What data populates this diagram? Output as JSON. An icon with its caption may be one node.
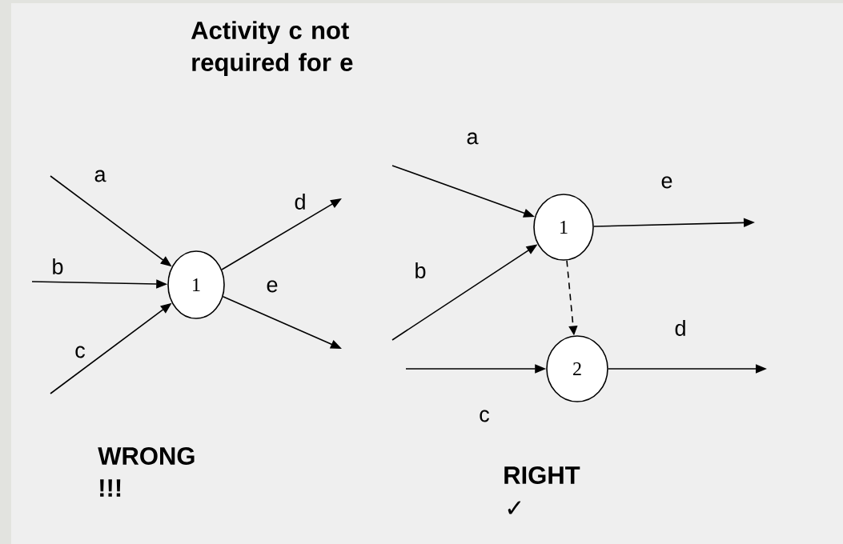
{
  "diagram": {
    "title": "Activity c not required for e",
    "nodes": [
      {
        "text": [
          "1"
        ]
      },
      {
        "text": [
          "1"
        ]
      },
      {
        "text": [
          "2"
        ]
      }
    ],
    "edges": [
      {
        "from": null,
        "to": 0,
        "arrow": "to",
        "label": "a"
      },
      {
        "from": null,
        "to": 0,
        "arrow": "to",
        "label": "b"
      },
      {
        "from": null,
        "to": 0,
        "arrow": "to",
        "label": "c"
      },
      {
        "from": 0,
        "to": null,
        "arrow": "to",
        "label": "d"
      },
      {
        "from": 0,
        "to": null,
        "arrow": "to",
        "label": "e"
      },
      {
        "from": null,
        "to": 1,
        "arrow": "to",
        "label": "a"
      },
      {
        "from": null,
        "to": 1,
        "arrow": "to",
        "label": "b"
      },
      {
        "from": 1,
        "to": null,
        "arrow": "to",
        "label": "e"
      },
      {
        "from": 1,
        "to": 2,
        "arrow": "to",
        "style": "dashed"
      },
      {
        "from": null,
        "to": 2,
        "arrow": "to",
        "label": "c"
      },
      {
        "from": 2,
        "to": null,
        "arrow": "to",
        "label": "d"
      }
    ],
    "labels": [
      "WRONG",
      "!!!",
      "RIGHT",
      "✓"
    ]
  }
}
